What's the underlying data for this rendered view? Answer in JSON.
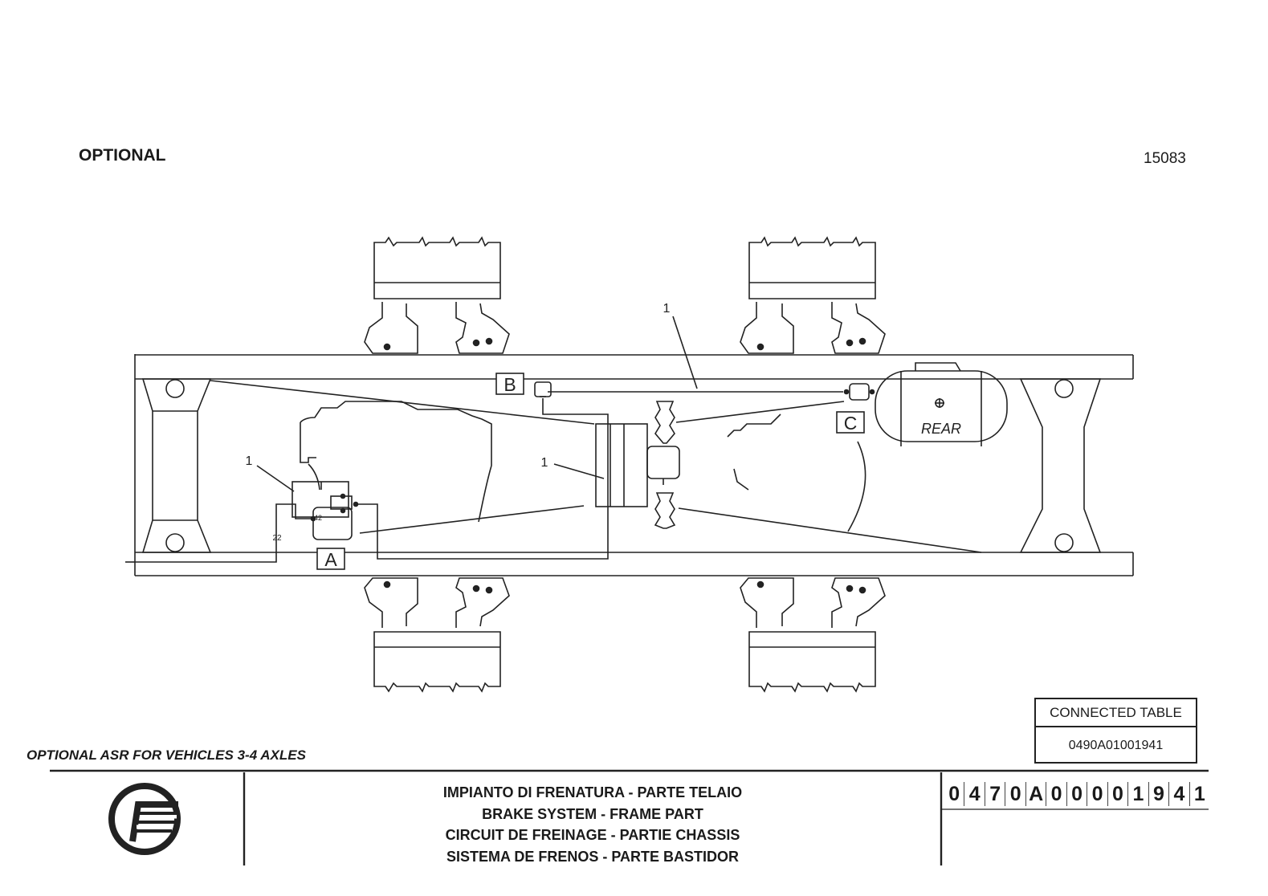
{
  "header": {
    "optional": "OPTIONAL",
    "sheet_number": "15083"
  },
  "diagram": {
    "labels": {
      "b": "B",
      "c": "C",
      "a": "A",
      "rear": "REAR",
      "callout_top": "1",
      "callout_left": "1",
      "callout_mid": "1",
      "port_42": "42",
      "port_22": "22"
    }
  },
  "caption": "OPTIONAL ASR FOR VEHICLES 3-4 AXLES",
  "connected_table": {
    "header": "CONNECTED TABLE",
    "code": "0490A01001941"
  },
  "title_block": {
    "lines": [
      "IMPIANTO DI FRENATURA - PARTE  TELAIO",
      "BRAKE SYSTEM - FRAME PART",
      "CIRCUIT DE FREINAGE - PARTIE CHASSIS",
      "SISTEMA DE FRENOS - PARTE BASTIDOR"
    ],
    "code_chars": [
      "0",
      "4",
      "7",
      "0",
      "A",
      "0",
      "0",
      "0",
      "0",
      "1",
      "9",
      "4",
      "1"
    ]
  }
}
